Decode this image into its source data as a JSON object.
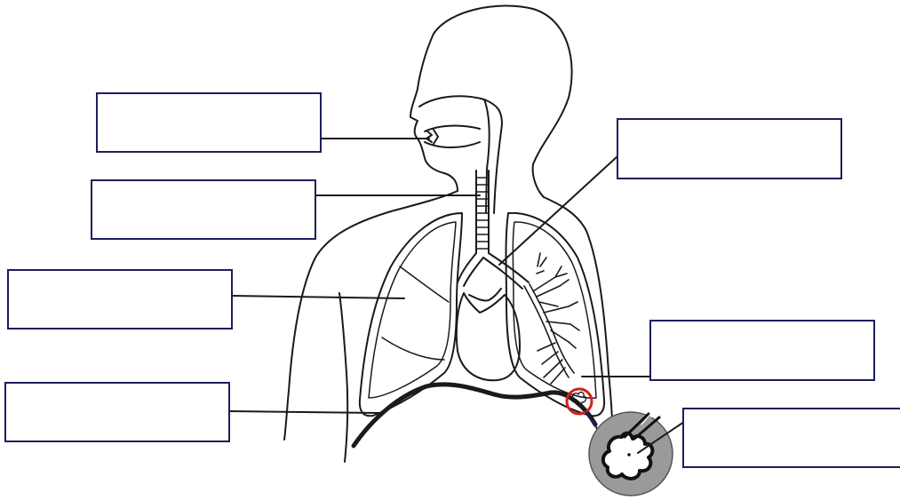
{
  "diagram": {
    "labels": [
      {
        "id": "mouth",
        "text": ""
      },
      {
        "id": "trachea",
        "text": ""
      },
      {
        "id": "lung",
        "text": ""
      },
      {
        "id": "diaphragm",
        "text": ""
      },
      {
        "id": "bronchus",
        "text": ""
      },
      {
        "id": "bronchiole",
        "text": ""
      },
      {
        "id": "alveolus",
        "text": ""
      }
    ],
    "colors": {
      "line": "#1a1a1a",
      "box_border": "#1b1f5c",
      "highlight": "#d42020",
      "inset_fill": "#9a9a9a"
    }
  }
}
